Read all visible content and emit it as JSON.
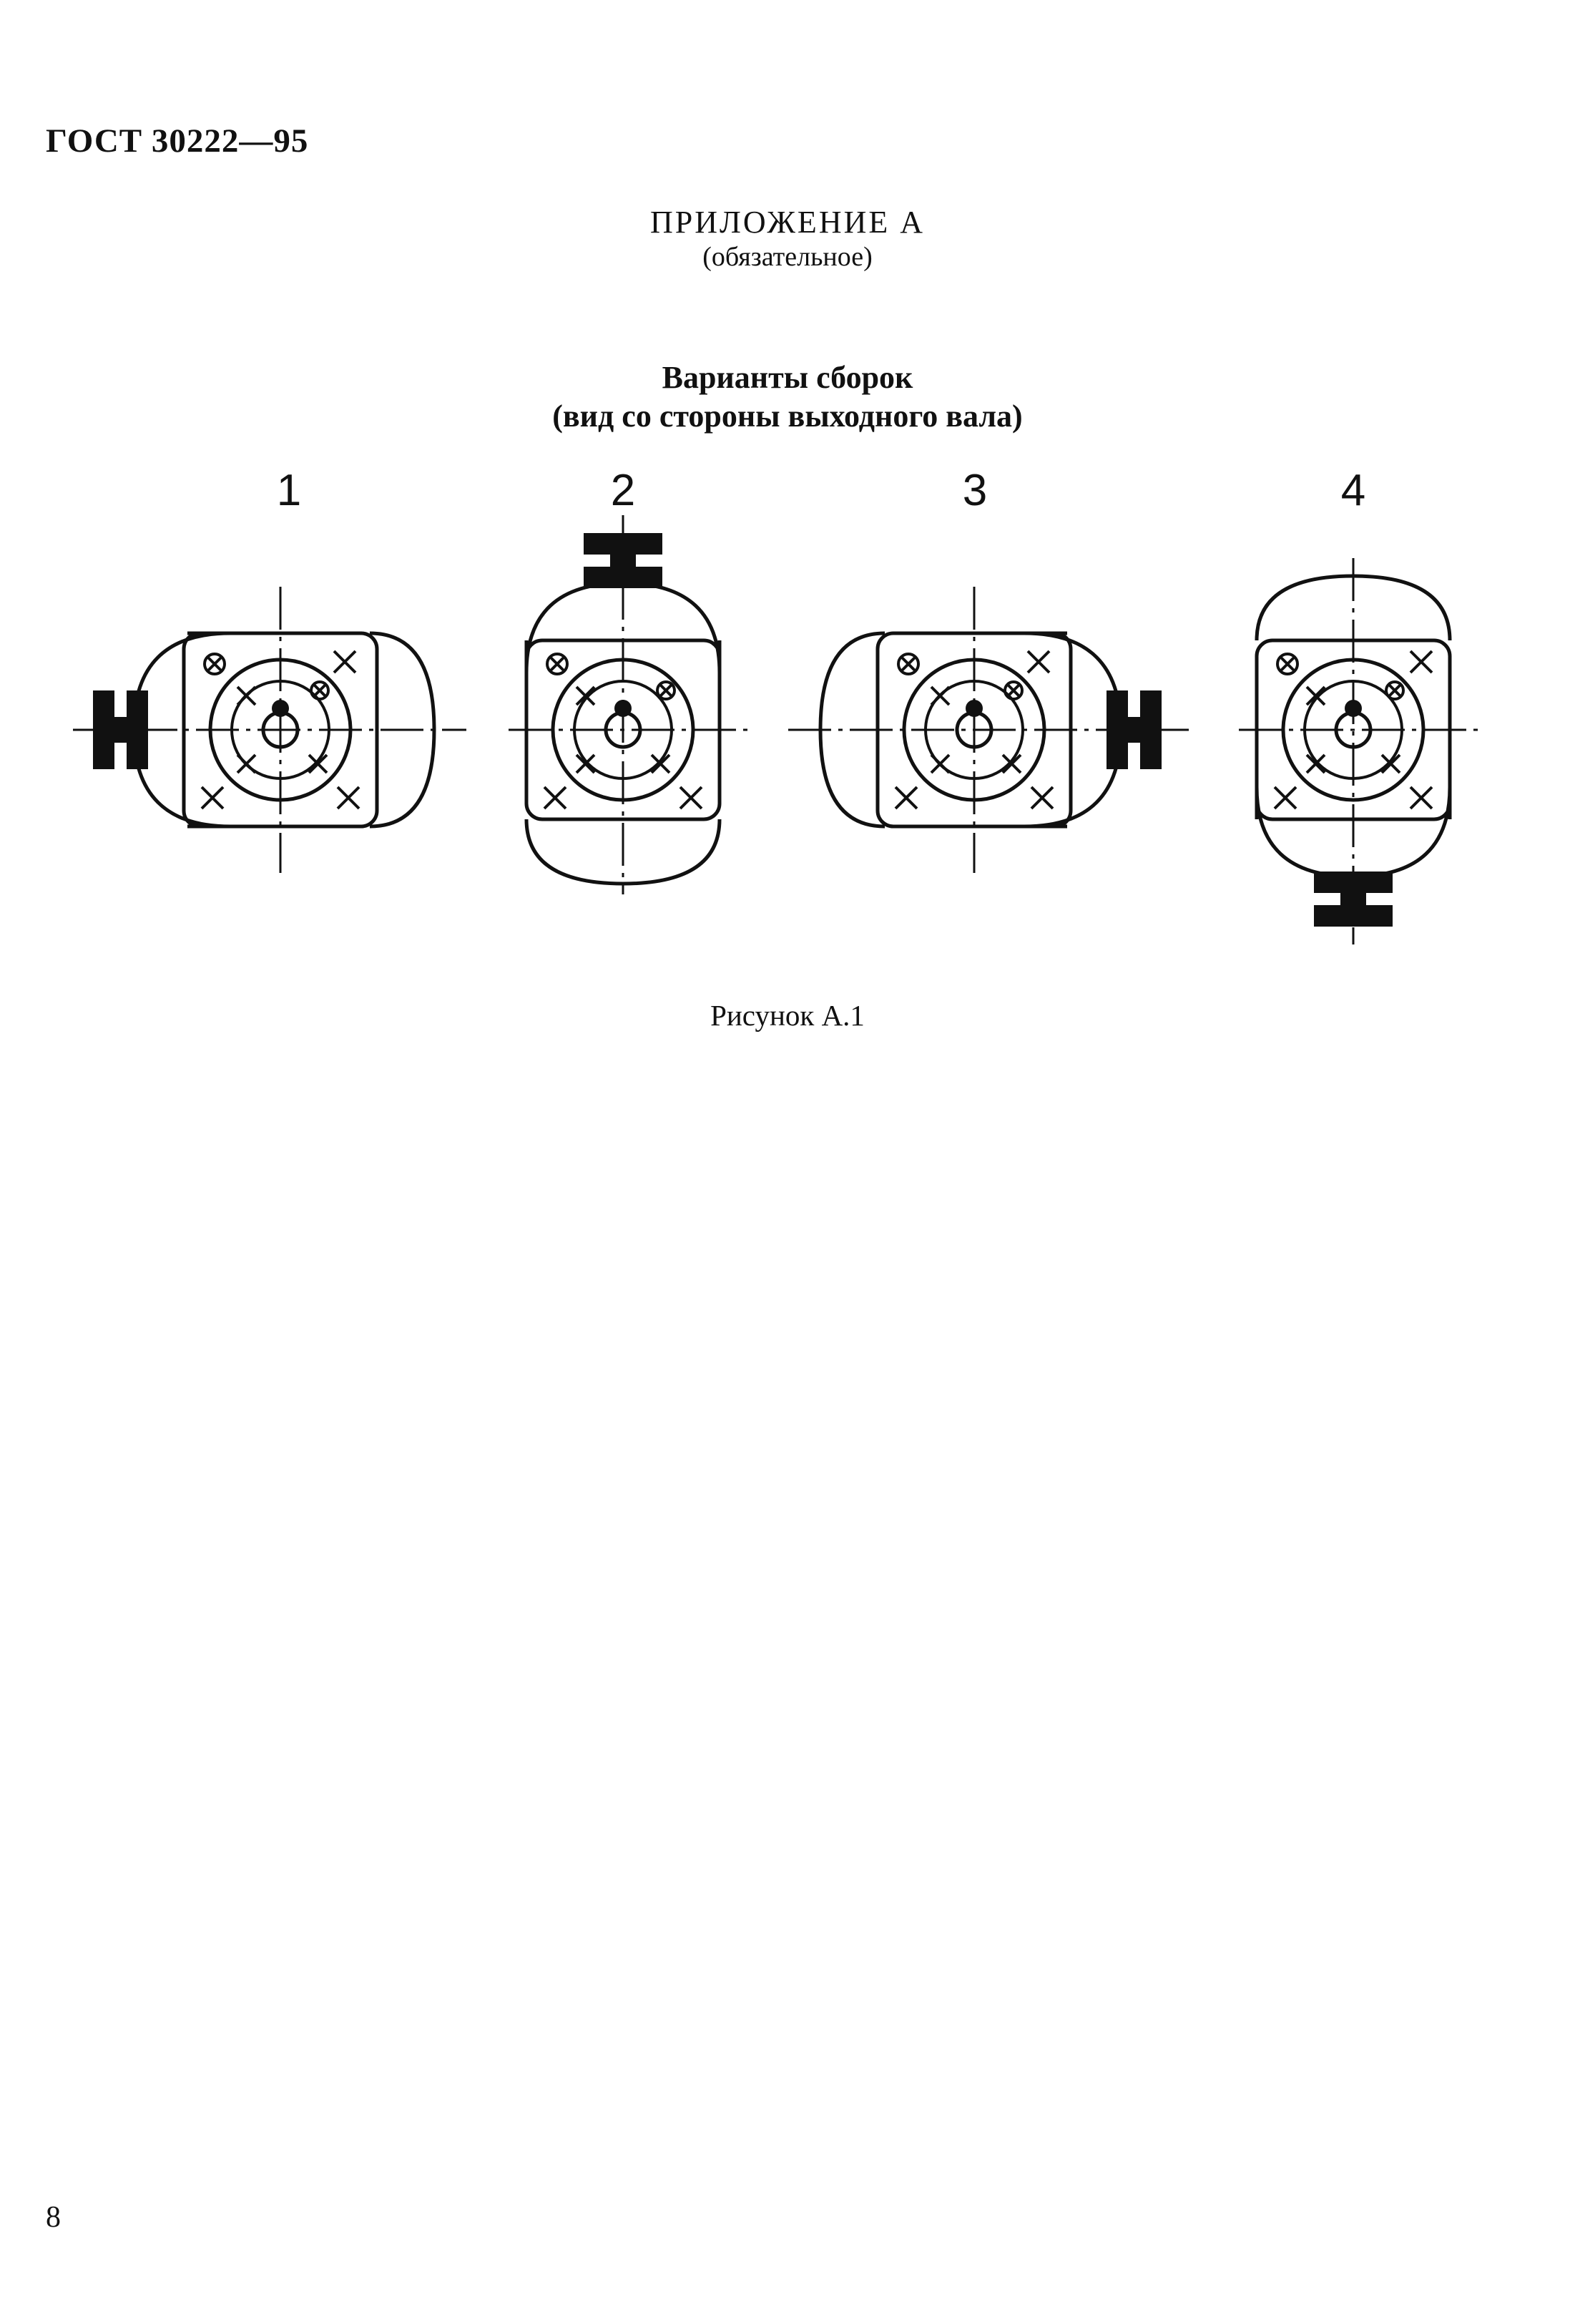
{
  "header": {
    "doc_code": "ГОСТ 30222—95"
  },
  "appendix": {
    "title": "ПРИЛОЖЕНИЕ А",
    "note": "(обязательное)"
  },
  "figure": {
    "title_line1": "Варианты сборок",
    "title_line2": "(вид со стороны выходного вала)",
    "variants": [
      {
        "number": "1",
        "mount_side": "left"
      },
      {
        "number": "2",
        "mount_side": "top"
      },
      {
        "number": "3",
        "mount_side": "right"
      },
      {
        "number": "4",
        "mount_side": "bottom"
      }
    ],
    "caption": "Рисунок А.1"
  },
  "footer": {
    "page_number": "8"
  }
}
